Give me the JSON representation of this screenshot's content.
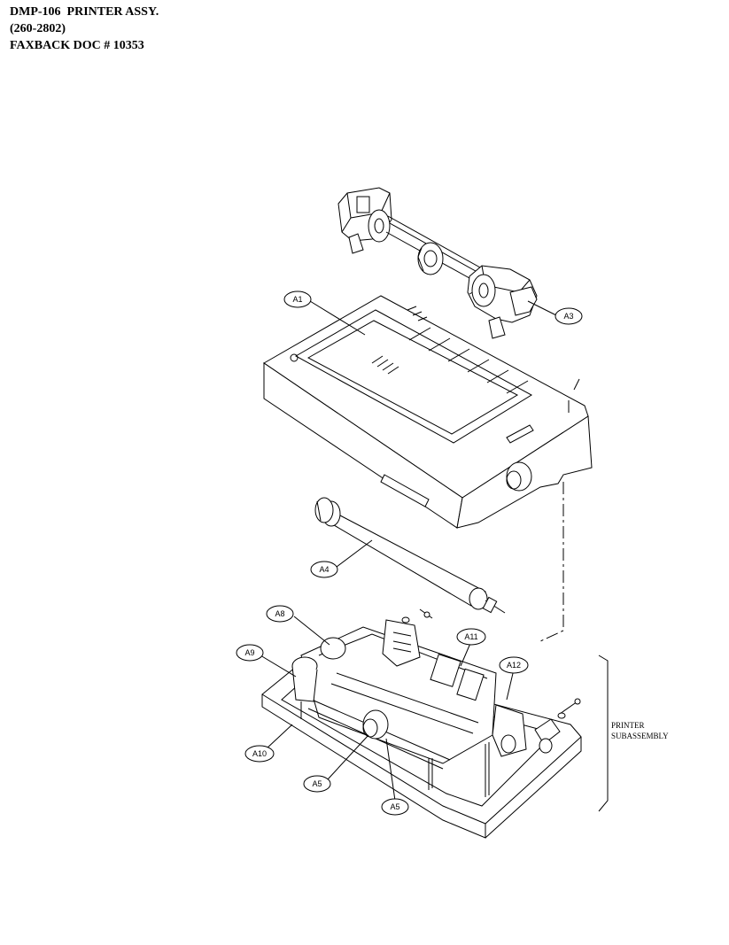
{
  "header": {
    "line1": "DMP-106  PRINTER ASSY.",
    "line2": "(260-2802)",
    "line3": "FAXBACK DOC # 10353"
  },
  "callouts": {
    "a1": "A1",
    "a3": "A3",
    "a4": "A4",
    "a8": "A8",
    "a9": "A9",
    "a10": "A10",
    "a11": "A11",
    "a12": "A12",
    "a5_left": "A5",
    "a5_bottom": "A5"
  },
  "note": {
    "line1": "PRINTER",
    "line2": "SUBASSEMBLY"
  }
}
